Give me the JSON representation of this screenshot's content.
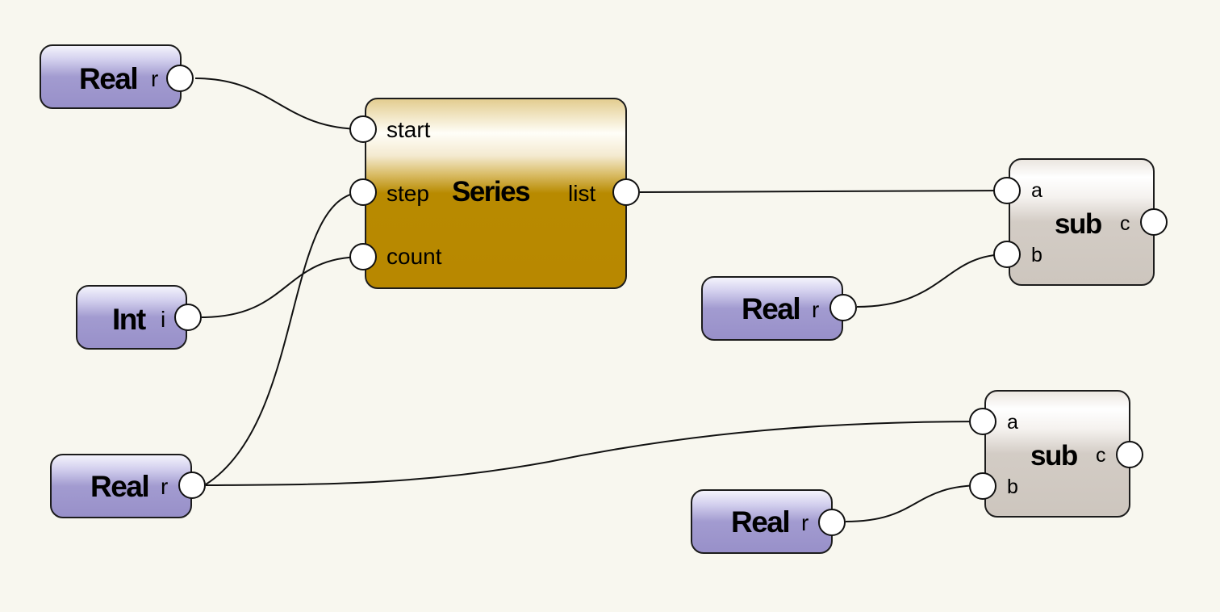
{
  "nodes": {
    "real_1": {
      "title": "Real",
      "port": "r"
    },
    "int_1": {
      "title": "Int",
      "port": "i"
    },
    "real_2": {
      "title": "Real",
      "port": "r"
    },
    "series": {
      "title": "Series",
      "inputs": [
        "start",
        "step",
        "count"
      ],
      "output": "list"
    },
    "sub_1": {
      "title": "sub",
      "inputs": [
        "a",
        "b"
      ],
      "output": "c"
    },
    "real_3": {
      "title": "Real",
      "port": "r"
    },
    "sub_2": {
      "title": "sub",
      "inputs": [
        "a",
        "b"
      ],
      "output": "c"
    },
    "real_4": {
      "title": "Real",
      "port": "r"
    }
  },
  "connections": [
    {
      "from": "real_1.r",
      "to": "series.start"
    },
    {
      "from": "real_2.r",
      "to": "series.step"
    },
    {
      "from": "int_1.i",
      "to": "series.count"
    },
    {
      "from": "series.list",
      "to": "sub_1.a"
    },
    {
      "from": "real_3.r",
      "to": "sub_1.b"
    },
    {
      "from": "real_2.r",
      "to": "sub_2.a"
    },
    {
      "from": "real_4.r",
      "to": "sub_2.b"
    }
  ],
  "colors": {
    "background": "#f8f7ef",
    "input_node": "#9890c9",
    "series_node": "#b88800",
    "sub_node": "#cdc6be",
    "wire": "#111111"
  }
}
